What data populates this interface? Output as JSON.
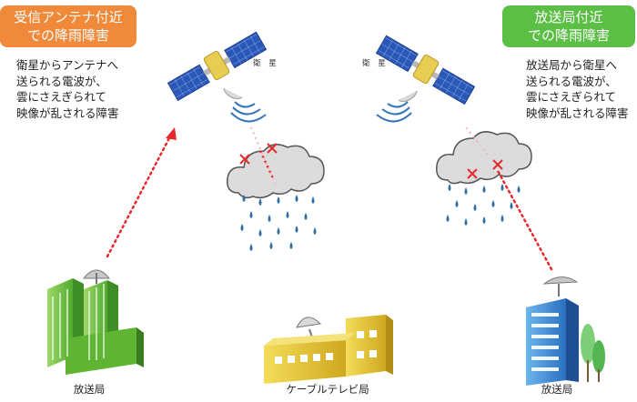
{
  "left_panel": {
    "title_line1": "受信アンテナ付近",
    "title_line2": "での降雨障害",
    "desc_lines": [
      "衛星からアンテナへ",
      "送られる電波が、",
      "雲にさえぎられて",
      "映像が乱される障害"
    ],
    "color": "#f08a3a"
  },
  "right_panel": {
    "title_line1": "放送局付近",
    "title_line2": "での降雨障害",
    "desc_lines": [
      "放送局から衛星へ",
      "送られる電波が、",
      "雲にさえぎられて",
      "映像が乱される障害"
    ],
    "color": "#5bbf45"
  },
  "labels": {
    "satellite": "衛 星",
    "broadcast_station": "放送局",
    "cable_station": "ケーブルテレビ局"
  },
  "colors": {
    "signal": "#e8282d",
    "satellite_panel": "#2b57b8",
    "cloud": "#dcdcdc",
    "rain": "#2f6fa3",
    "building_green": "#7cc843",
    "building_yellow": "#e8c934",
    "building_blue": "#3f8fd6"
  }
}
